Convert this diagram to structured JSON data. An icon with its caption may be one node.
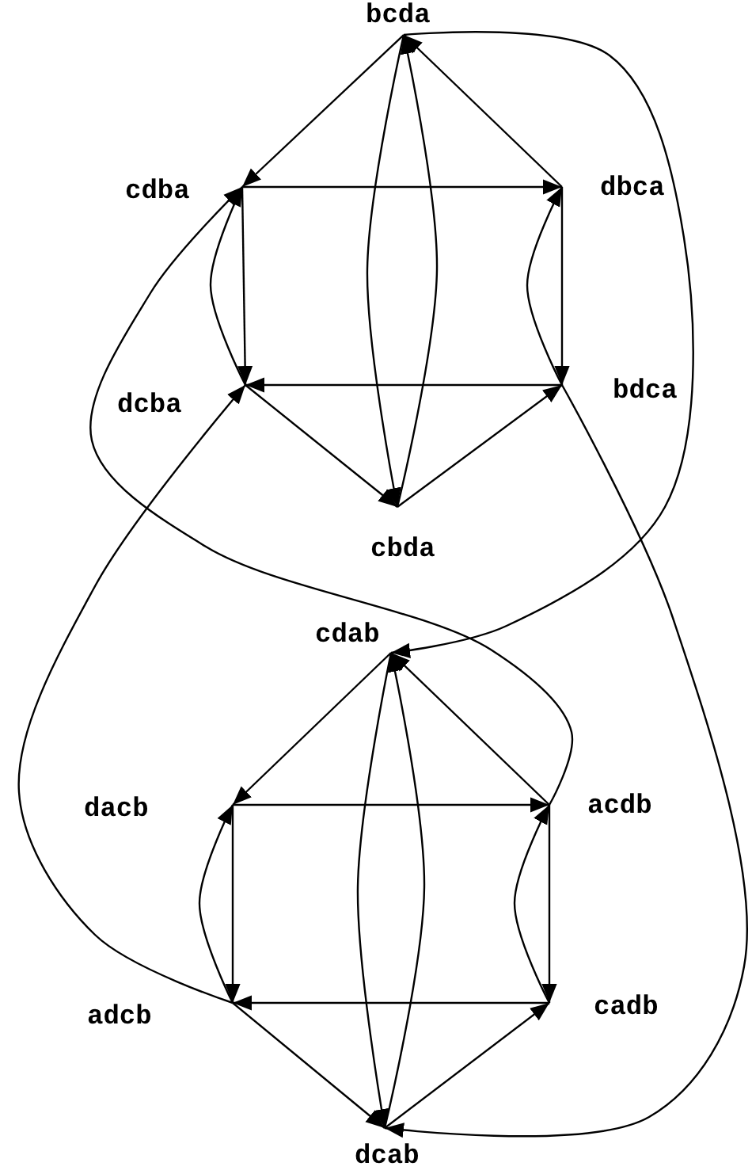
{
  "diagram": {
    "nodes": [
      {
        "text": [
          "bcda"
        ]
      },
      {
        "text": [
          "cdba"
        ]
      },
      {
        "text": [
          "dbca"
        ]
      },
      {
        "text": [
          "dcba"
        ]
      },
      {
        "text": [
          "bdca"
        ]
      },
      {
        "text": [
          "cbda"
        ]
      },
      {
        "text": [
          "cdab"
        ]
      },
      {
        "text": [
          "dacb"
        ]
      },
      {
        "text": [
          "acdb"
        ]
      },
      {
        "text": [
          "adcb"
        ]
      },
      {
        "text": [
          "cadb"
        ]
      },
      {
        "text": [
          "dcab"
        ]
      }
    ],
    "edges": [
      {
        "from": 0,
        "to": 1,
        "arrow": "to"
      },
      {
        "from": 2,
        "to": 0,
        "arrow": "to"
      },
      {
        "from": 1,
        "to": 2,
        "arrow": "to"
      },
      {
        "from": 1,
        "to": 3,
        "arrow": "to"
      },
      {
        "from": 3,
        "to": 1,
        "arrow": "to"
      },
      {
        "from": 4,
        "to": 3,
        "arrow": "to"
      },
      {
        "from": 2,
        "to": 4,
        "arrow": "to"
      },
      {
        "from": 4,
        "to": 2,
        "arrow": "to"
      },
      {
        "from": 3,
        "to": 5,
        "arrow": "to"
      },
      {
        "from": 5,
        "to": 4,
        "arrow": "to"
      },
      {
        "from": 0,
        "to": 5,
        "arrow": "to"
      },
      {
        "from": 5,
        "to": 0,
        "arrow": "to"
      },
      {
        "from": 8,
        "to": 1,
        "arrow": "to"
      },
      {
        "from": 0,
        "to": 6,
        "arrow": "to"
      },
      {
        "from": 4,
        "to": 11,
        "arrow": "to"
      },
      {
        "from": 9,
        "to": 3,
        "arrow": "to"
      },
      {
        "from": 6,
        "to": 7,
        "arrow": "to"
      },
      {
        "from": 8,
        "to": 6,
        "arrow": "to"
      },
      {
        "from": 7,
        "to": 8,
        "arrow": "to"
      },
      {
        "from": 7,
        "to": 9,
        "arrow": "to"
      },
      {
        "from": 9,
        "to": 7,
        "arrow": "to"
      },
      {
        "from": 10,
        "to": 9,
        "arrow": "to"
      },
      {
        "from": 8,
        "to": 10,
        "arrow": "to"
      },
      {
        "from": 10,
        "to": 8,
        "arrow": "to"
      },
      {
        "from": 9,
        "to": 11,
        "arrow": "to"
      },
      {
        "from": 11,
        "to": 10,
        "arrow": "to"
      },
      {
        "from": 6,
        "to": 11,
        "arrow": "to"
      },
      {
        "from": 11,
        "to": 6,
        "arrow": "to"
      }
    ]
  }
}
